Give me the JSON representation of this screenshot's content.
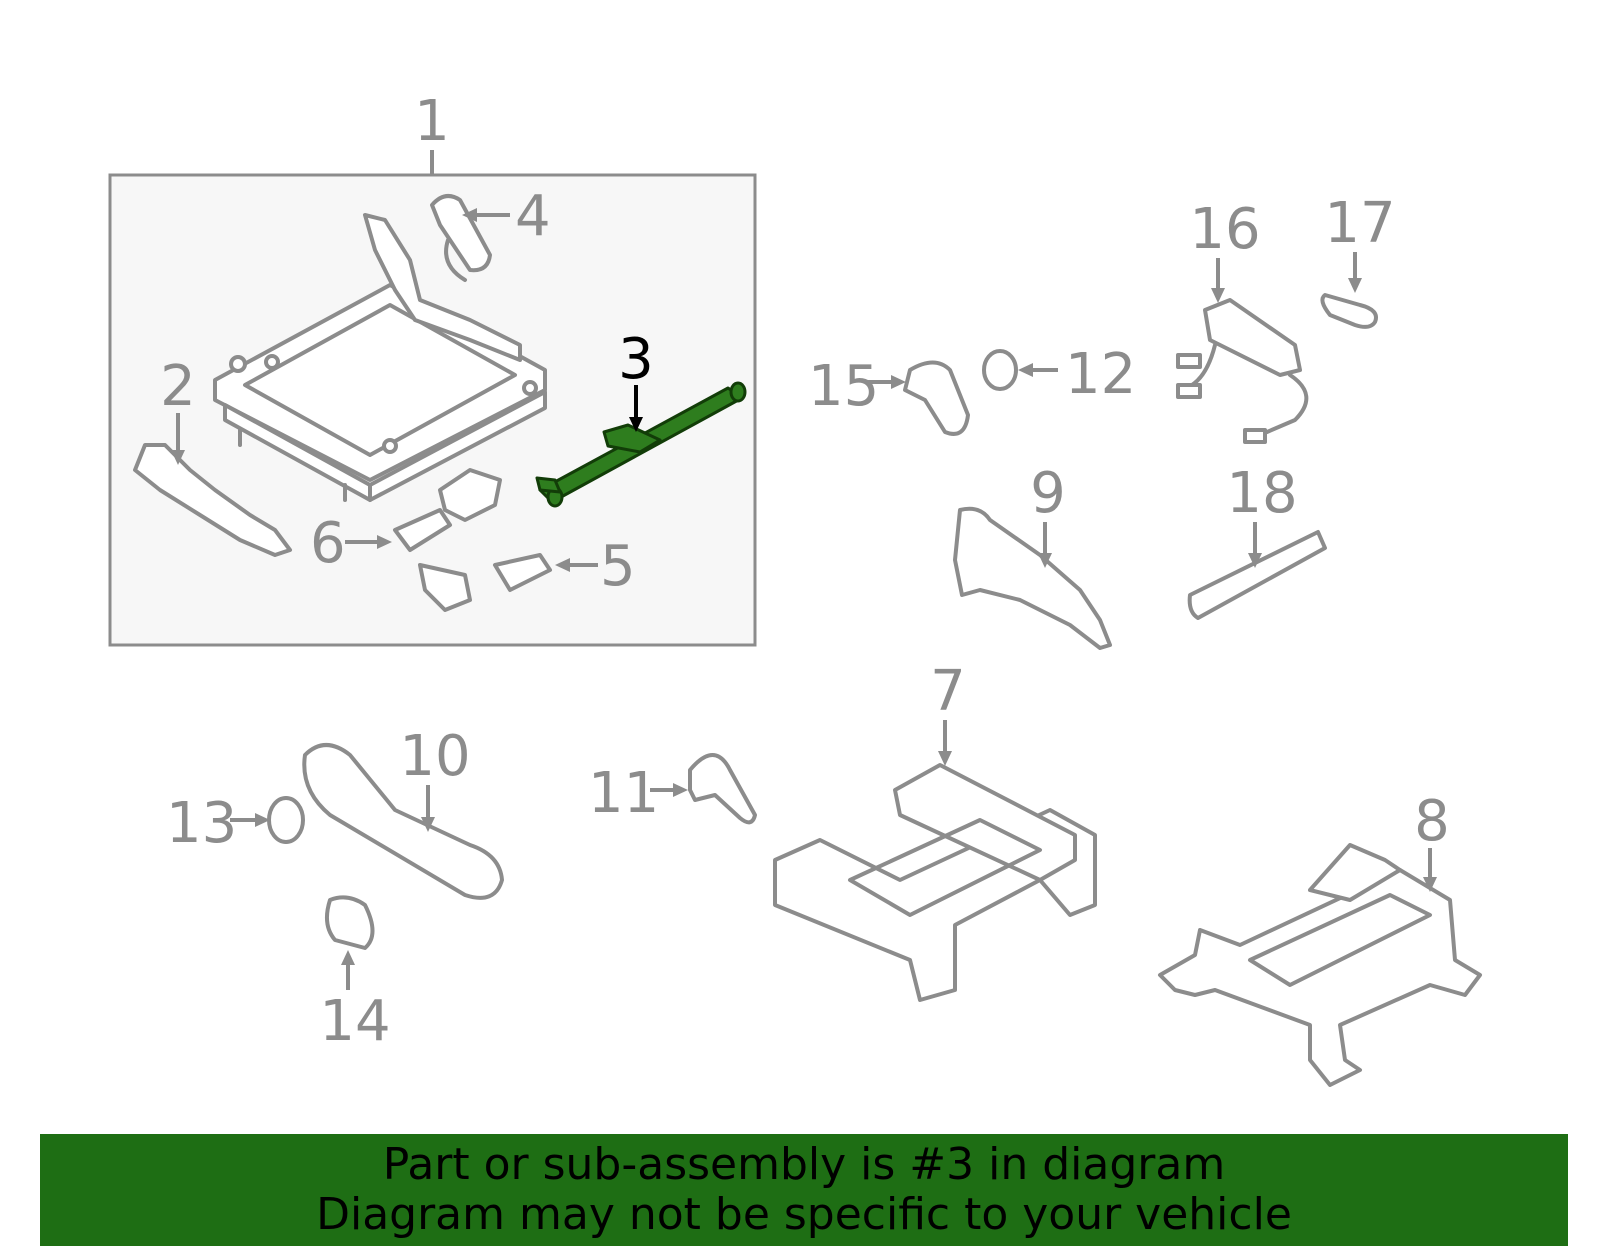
{
  "colors": {
    "banner_background": "#1e6e14",
    "highlight_part": "#2e7d1e",
    "line_art": "#8c8c8c",
    "assembly_box_fill": "#f7f7f7"
  },
  "diagram": {
    "highlighted_callout": "3",
    "callouts": {
      "c1": "1",
      "c2": "2",
      "c3": "3",
      "c4": "4",
      "c5": "5",
      "c6": "6",
      "c7": "7",
      "c8": "8",
      "c9": "9",
      "c10": "10",
      "c11": "11",
      "c12": "12",
      "c13": "13",
      "c14": "14",
      "c15": "15",
      "c16": "16",
      "c17": "17",
      "c18": "18"
    }
  },
  "banner": {
    "line1": "Part or sub-assembly is #3 in diagram",
    "line2": "Diagram may not be specific to your vehicle"
  }
}
